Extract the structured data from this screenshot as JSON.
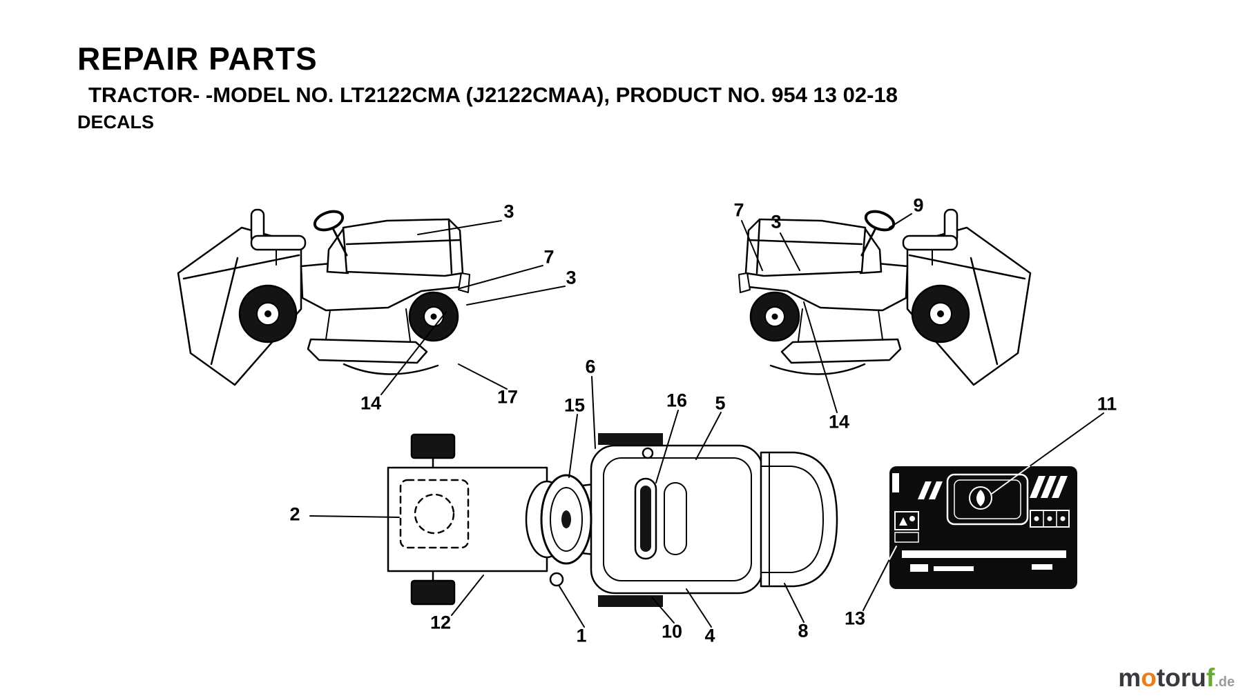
{
  "header": {
    "title": "REPAIR PARTS",
    "subtitle": "TRACTOR- -MODEL NO. LT2122CMA (J2122CMAA), PRODUCT NO. 954 13 02-18",
    "section": "DECALS"
  },
  "callouts": [
    {
      "label": "3"
    },
    {
      "label": "7"
    },
    {
      "label": "3"
    },
    {
      "label": "14"
    },
    {
      "label": "17"
    },
    {
      "label": "7"
    },
    {
      "label": "3"
    },
    {
      "label": "9"
    },
    {
      "label": "14"
    },
    {
      "label": "6"
    },
    {
      "label": "15"
    },
    {
      "label": "16"
    },
    {
      "label": "5"
    },
    {
      "label": "2"
    },
    {
      "label": "12"
    },
    {
      "label": "1"
    },
    {
      "label": "10"
    },
    {
      "label": "4"
    },
    {
      "label": "8"
    },
    {
      "label": "11"
    },
    {
      "label": "13"
    }
  ],
  "watermark": {
    "text": "motoruf",
    "letters": [
      {
        "char": "m",
        "color": "#3a3a3e"
      },
      {
        "char": "o",
        "color": "#e87f1e"
      },
      {
        "char": "t",
        "color": "#3a3a3e"
      },
      {
        "char": "o",
        "color": "#3a3a3e"
      },
      {
        "char": "r",
        "color": "#3a3a3e"
      },
      {
        "char": "u",
        "color": "#3a3a3e"
      },
      {
        "char": "f",
        "color": "#6aa83d"
      }
    ],
    "suffix": ".de",
    "suffix_color": "#9a9a9a"
  },
  "colors": {
    "ink": "#000000",
    "paper": "#ffffff",
    "panel_black": "#0c0c0c"
  }
}
